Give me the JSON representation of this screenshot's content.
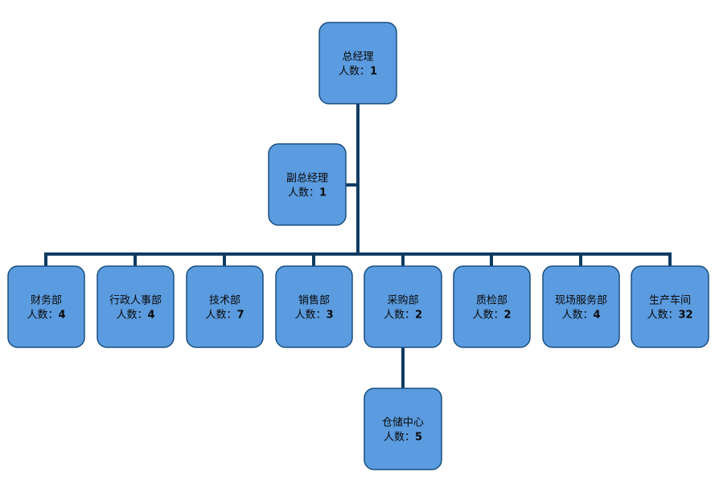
{
  "count_label": "人数：",
  "nodes": [
    {
      "id": "gm",
      "title": "总经理",
      "count": "1"
    },
    {
      "id": "dgm",
      "title": "副总经理",
      "count": "1"
    },
    {
      "id": "finance",
      "title": "财务部",
      "count": "4"
    },
    {
      "id": "admin-hr",
      "title": "行政人事部",
      "count": "4"
    },
    {
      "id": "tech",
      "title": "技术部",
      "count": "7"
    },
    {
      "id": "sales",
      "title": "销售部",
      "count": "3"
    },
    {
      "id": "purchasing",
      "title": "采购部",
      "count": "2"
    },
    {
      "id": "qc",
      "title": "质检部",
      "count": "2"
    },
    {
      "id": "field-service",
      "title": "现场服务部",
      "count": "4"
    },
    {
      "id": "workshop",
      "title": "生产车间",
      "count": "32"
    },
    {
      "id": "warehouse",
      "title": "仓储中心",
      "count": "5"
    }
  ],
  "colors": {
    "node_fill": "#5b9bdf",
    "node_border": "#1b4f80",
    "connector": "#0f3b63"
  }
}
